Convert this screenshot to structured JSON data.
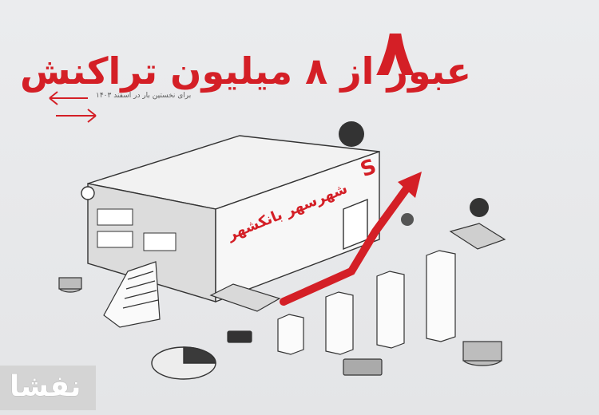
{
  "headline": {
    "text": "عبور از ۸ میلیون تراکنش",
    "numeral": "۸"
  },
  "subtitle": "برای نخستین بار در اسفند ۱۴۰۳",
  "building": {
    "sign_text": "شهرسهر بانکشهر",
    "logo_mark": "S"
  },
  "watermark": {
    "text": "نفشا"
  },
  "colors": {
    "brand_red": "#d41f26",
    "background": "#e9eaec",
    "line": "#2e2e2e"
  }
}
